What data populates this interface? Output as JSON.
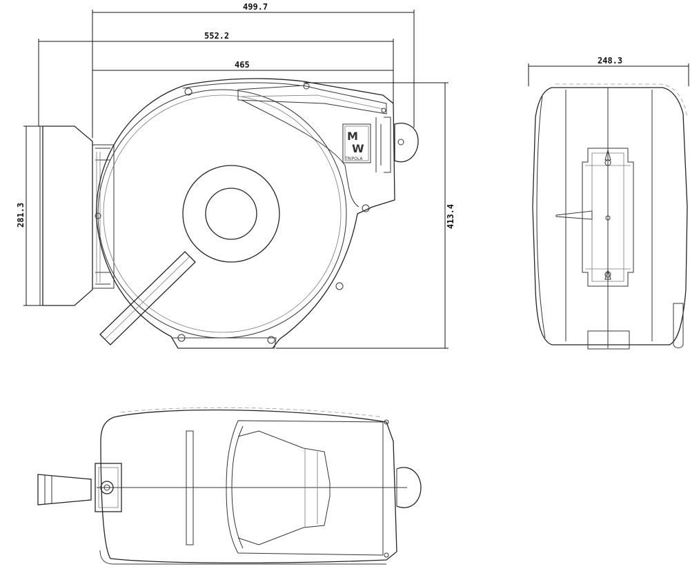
{
  "dimensions": {
    "top_width": "499.7",
    "overall_width": "552.2",
    "body_width": "465",
    "side_width": "248.3",
    "bracket_height": "281.3",
    "overall_height": "413.4"
  },
  "logo": {
    "small_text": "TRIPOLA"
  },
  "colors": {
    "line": "#222222",
    "background": "#ffffff"
  }
}
